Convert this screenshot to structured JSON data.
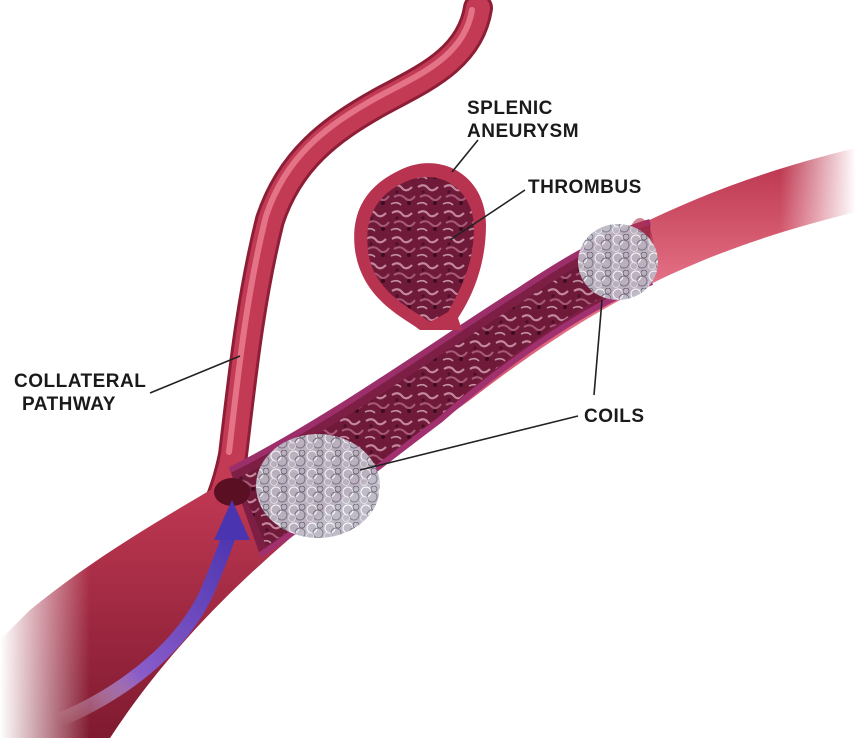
{
  "labels": {
    "splenic_aneurysm": [
      "SPLENIC",
      "ANEURYSM"
    ],
    "thrombus": "THROMBUS",
    "collateral_pathway": [
      "COLLATERAL",
      "PATHWAY"
    ],
    "coils": "COILS"
  },
  "colors": {
    "vessel": "#c23b53",
    "vessel_dark": "#8e1e36",
    "vessel_light": "#e56f84",
    "thrombus": "#7a2040",
    "flow_arrow": "#5b3bb8"
  }
}
